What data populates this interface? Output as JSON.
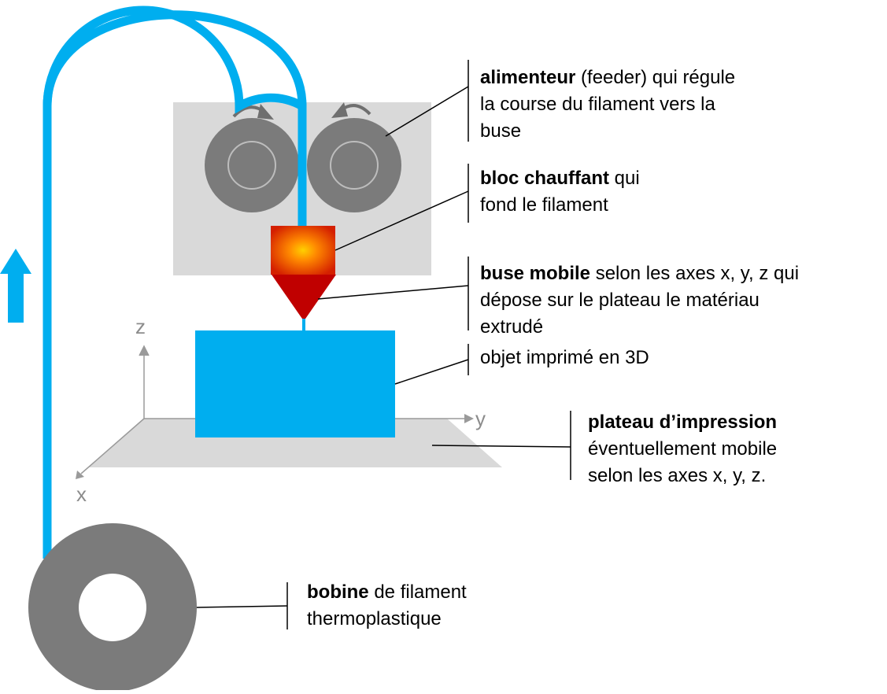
{
  "colors": {
    "filament": "#00aeef",
    "spool": "#7b7b7b",
    "feeder_box": "#d9d9d9",
    "nozzle": "#c00000",
    "plate": "#d9d9d9",
    "axis": "#9a9a9a",
    "leader": "#000000"
  },
  "axes": {
    "x": "x",
    "y": "y",
    "z": "z"
  },
  "labels": {
    "feeder": {
      "bold": "alimenteur",
      "line1_rest": " (feeder) qui régule",
      "line2": "la course du filament vers la",
      "line3": "buse"
    },
    "heater": {
      "bold": "bloc chauffant",
      "line1_rest": " qui",
      "line2": "fond le filament"
    },
    "nozzle": {
      "bold": "buse mobile",
      "line1_rest": " selon les axes x, y, z qui",
      "line2": "dépose sur le plateau le matériau",
      "line3": "extrudé"
    },
    "object": {
      "line1": "objet imprimé en 3D"
    },
    "plate": {
      "bold": "plateau d’impression",
      "line2": "éventuellement mobile",
      "line3": "selon les axes x, y, z."
    },
    "spool": {
      "bold": "bobine",
      "line1_rest": " de filament",
      "line2": "thermoplastique"
    }
  }
}
